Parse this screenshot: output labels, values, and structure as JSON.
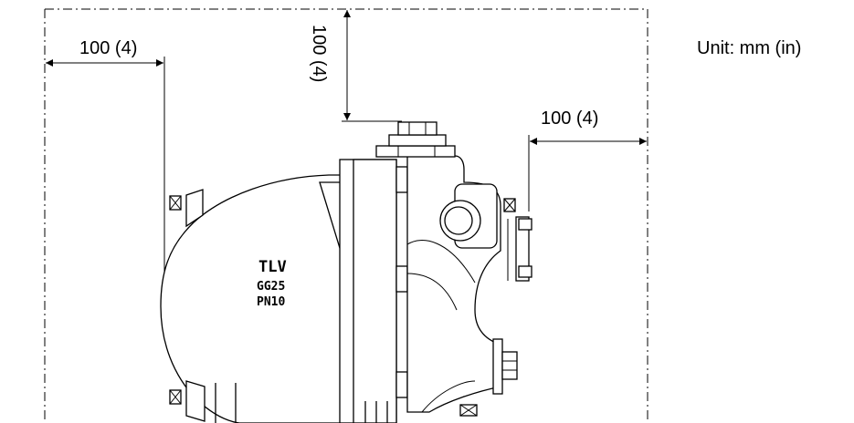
{
  "unit_label": "Unit: mm (in)",
  "dimensions": {
    "left_clearance": "100 (4)",
    "top_clearance": "100 (4)",
    "right_clearance": "100 (4)"
  },
  "body_marking": {
    "brand": "TLV",
    "material": "GG25",
    "pressure_rating": "PN10"
  }
}
